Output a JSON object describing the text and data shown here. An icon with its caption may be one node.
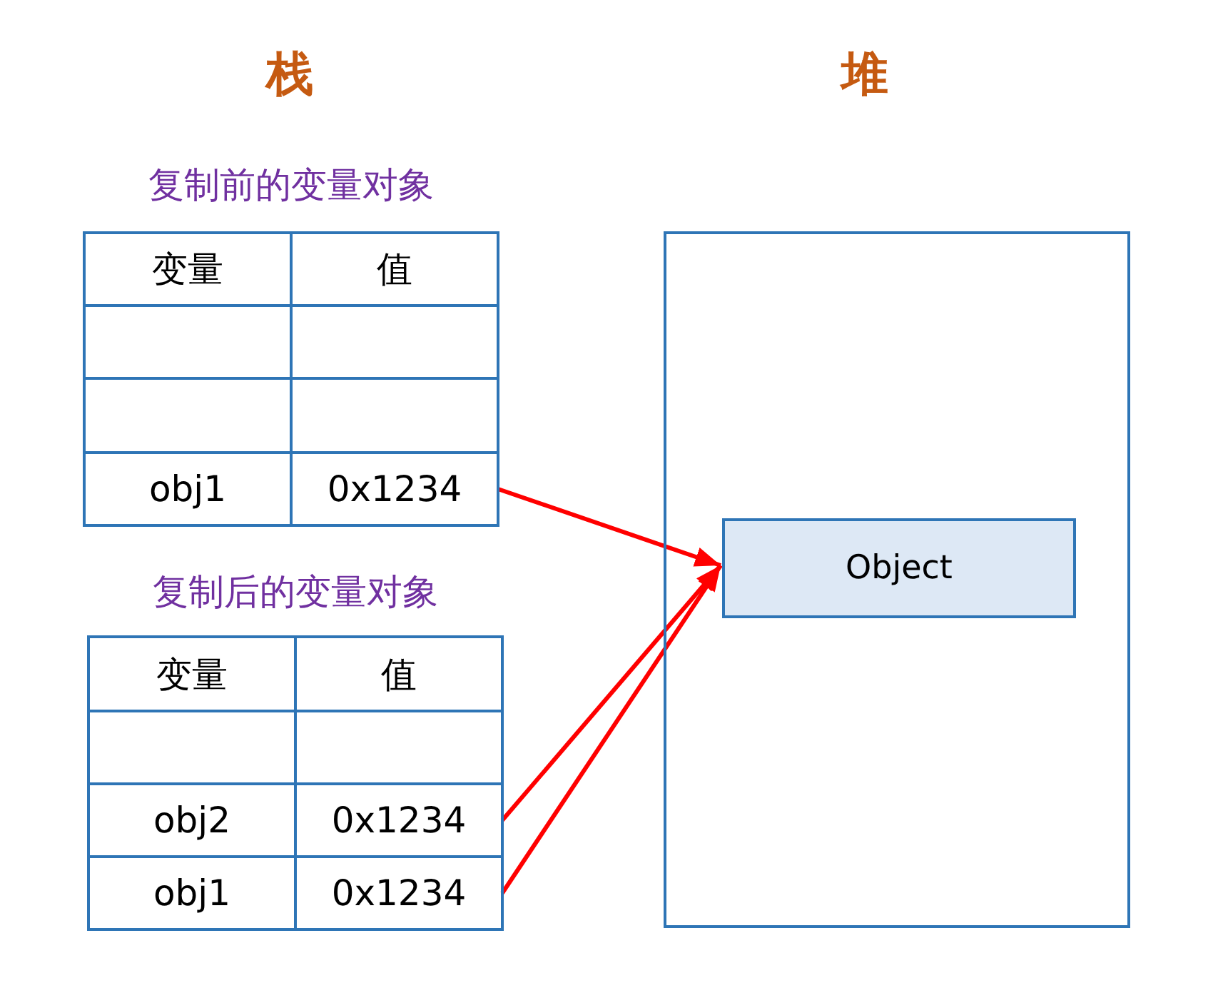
{
  "diagram": {
    "nodes": [
      {
        "text": [
          "复制前的变量对象"
        ]
      },
      {
        "text": [
          "变量"
        ],
        "in": 0
      },
      {
        "text": [
          "值"
        ],
        "in": 0
      },
      {
        "text": [],
        "shape": "box",
        "in": 0
      },
      {
        "text": [],
        "shape": "box",
        "in": 0
      },
      {
        "text": [],
        "shape": "box",
        "in": 0
      },
      {
        "text": [],
        "shape": "box",
        "in": 0
      },
      {
        "text": [
          "obj1"
        ],
        "in": 0
      },
      {
        "text": [
          "0x1234"
        ],
        "in": 0
      },
      {
        "text": [
          "复制后的变量对象"
        ]
      },
      {
        "text": [
          "变量"
        ],
        "in": 9
      },
      {
        "text": [
          "值"
        ],
        "in": 9
      },
      {
        "text": [],
        "shape": "box",
        "in": 9
      },
      {
        "text": [],
        "shape": "box",
        "in": 9
      },
      {
        "text": [
          "obj2"
        ],
        "in": 9
      },
      {
        "text": [
          "0x1234"
        ],
        "in": 9
      },
      {
        "text": [
          "obj1"
        ],
        "in": 9
      },
      {
        "text": [
          "0x1234"
        ],
        "in": 9
      },
      {
        "text": [],
        "shape": "box"
      },
      {
        "text": [
          "Object"
        ],
        "in": 18
      }
    ],
    "edges": [
      {
        "from": 8,
        "to": 19,
        "arrow": "to"
      },
      {
        "from": 15,
        "to": 19,
        "arrow": "to"
      },
      {
        "from": 17,
        "to": 19,
        "arrow": "to"
      }
    ],
    "labels": [
      "栈",
      "堆"
    ]
  }
}
